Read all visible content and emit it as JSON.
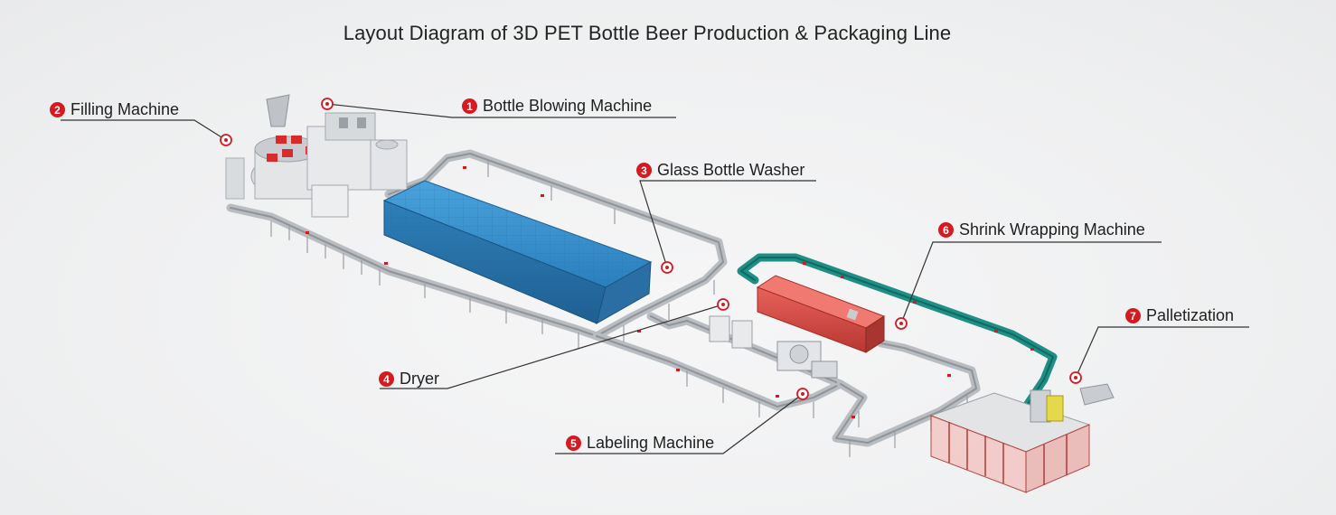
{
  "title": "Layout Diagram of 3D PET Bottle Beer Production & Packaging Line",
  "callouts": [
    {
      "number": "1",
      "label": "Bottle Blowing Machine"
    },
    {
      "number": "2",
      "label": "Filling Machine"
    },
    {
      "number": "3",
      "label": "Glass Bottle Washer"
    },
    {
      "number": "4",
      "label": "Dryer"
    },
    {
      "number": "5",
      "label": "Labeling Machine"
    },
    {
      "number": "6",
      "label": "Shrink Wrapping Machine"
    },
    {
      "number": "7",
      "label": "Palletization"
    }
  ],
  "colors": {
    "accent": "#d71920",
    "washer": "#2f86c6",
    "shrink_wrapper": "#d9463f",
    "conveyor_loop": "#1f8f86",
    "leader_line": "#333333"
  }
}
